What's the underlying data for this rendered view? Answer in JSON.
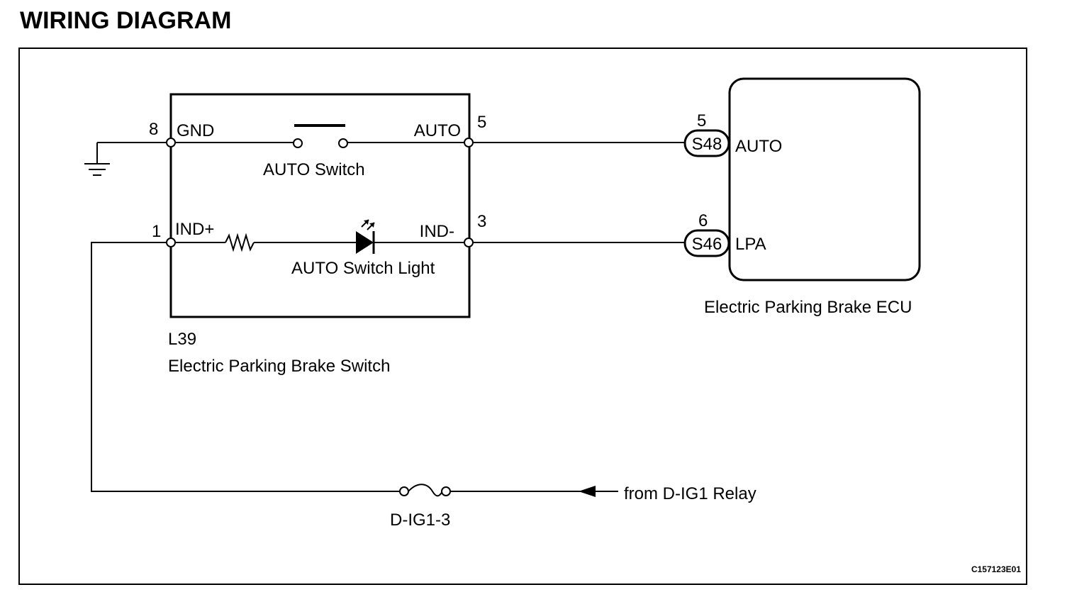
{
  "title": "WIRING DIAGRAM",
  "figure_code": "C157123E01",
  "switch_component": {
    "connector": "L39",
    "name": "Electric Parking Brake Switch",
    "pins": {
      "gnd": {
        "number": "8",
        "label": "GND"
      },
      "auto": {
        "number": "5",
        "label": "AUTO"
      },
      "ind_plus": {
        "number": "1",
        "label": "IND+"
      },
      "ind_minus": {
        "number": "3",
        "label": "IND-"
      }
    },
    "auto_switch_label": "AUTO Switch",
    "auto_switch_light_label": "AUTO Switch Light"
  },
  "ecu": {
    "name": "Electric Parking Brake ECU",
    "pins": {
      "auto": {
        "number": "5",
        "connector": "S48",
        "label": "AUTO"
      },
      "lpa": {
        "number": "6",
        "connector": "S46",
        "label": "LPA"
      }
    }
  },
  "fuse": {
    "label": "D-IG1-3"
  },
  "power_source": {
    "label": "from D-IG1 Relay"
  }
}
